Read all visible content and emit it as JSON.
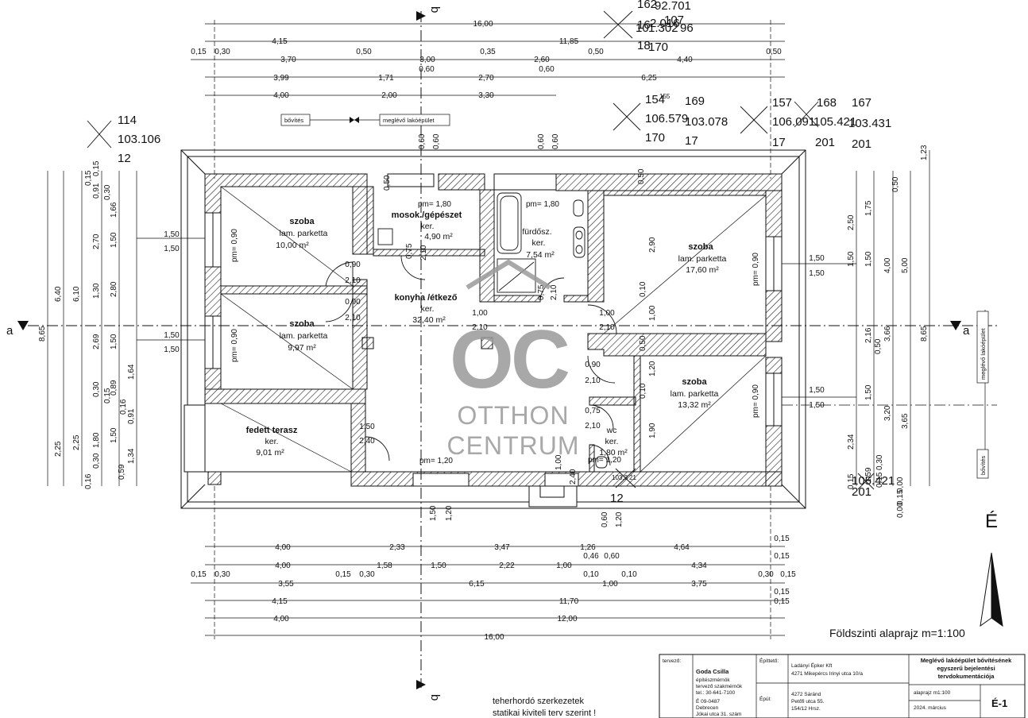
{
  "top_dims": {
    "row1": [
      "16,00"
    ],
    "row2": [
      "4,15",
      "11,85"
    ],
    "row3": [
      "0,15",
      "0,30",
      "3,70",
      "0,50",
      "3,00",
      "0,35",
      "2,60",
      "0,50",
      "4,40",
      "0,50"
    ],
    "row3b": [
      "0,60",
      "0,60"
    ],
    "row4": [
      "3,99",
      "1,71",
      "2,70",
      "6,25"
    ],
    "row5": [
      "4,00",
      "2,00",
      "3,30"
    ]
  },
  "bottom_dims": {
    "row1": [
      "4,00",
      "2,33",
      "3,47",
      "1,26",
      "4,64",
      "0,15"
    ],
    "row2": [
      "4,00",
      "1,58",
      "1,50",
      "2,22",
      "1,00",
      "0,46",
      "0,60",
      "4,34",
      "0,15"
    ],
    "row3": [
      "0,15",
      "0,30",
      "0,15",
      "0,30",
      "0,10",
      "0,10",
      "0,30",
      "0,15"
    ],
    "row4": [
      "3,55",
      "6,15",
      "1,00",
      "3,75",
      "0,15"
    ],
    "row5": [
      "4,15",
      "11,70",
      "0,15"
    ],
    "row6": [
      "4,00",
      "12,00"
    ],
    "row7": [
      "16,00"
    ]
  },
  "left_dims": {
    "outer": [
      "8,65"
    ],
    "c2": [
      "6,40",
      "2,25"
    ],
    "c3": [
      "6,10",
      "2,25"
    ],
    "c4": [
      "0,15",
      "0,15",
      "0,91",
      "0,30",
      "2,70",
      "1,30",
      "2,69",
      "0,30",
      "0,15",
      "1,80",
      "0,30",
      "0,16"
    ],
    "c5": [
      "1,66",
      "1,50",
      "2,80",
      "1,50",
      "1,64",
      "0,89",
      "0,16",
      "0,91",
      "1,50",
      "1,34",
      "0,59"
    ],
    "window_labels": [
      "1,50",
      "1,50",
      "1,50",
      "1,50"
    ]
  },
  "right_dims": {
    "outer": [
      "8,65"
    ],
    "c1": [
      "1,23"
    ],
    "c2": [
      "5,00",
      "3,65"
    ],
    "c3": [
      "4,00",
      "3,66",
      "3,20"
    ],
    "c4": [
      "2,50",
      "1,50",
      "2,16",
      "1,50",
      "2,34",
      "0,15"
    ],
    "c5": [
      "1,75",
      "0,50",
      "1,50",
      "0,50",
      "1,59",
      "0,30",
      "0,15"
    ],
    "c6": [
      "0,00",
      "0,15",
      "0,00"
    ],
    "window_labels": [
      "1,50",
      "1,50",
      "1,50",
      "1,50"
    ]
  },
  "interior_dims": {
    "vertical": [
      "0,60",
      "0,60",
      "0,60",
      "0,60",
      "0,50",
      "0,50",
      "0,75",
      "2,10",
      "0,75",
      "2,10",
      "2,90",
      "1,00",
      "0,10",
      "0,50",
      "1,20",
      "1,90",
      "0,10",
      "1,50",
      "1,20",
      "0,60",
      "1,20",
      "1,00",
      "2,40"
    ],
    "doors": [
      "0,90",
      "2,10",
      "0,90",
      "2,10",
      "1,00",
      "2,10",
      "1,00",
      "2,10",
      "0,90",
      "2,10",
      "0,75",
      "2,10",
      "1,50",
      "2,40"
    ],
    "window_sill": [
      "pm= 1,80",
      "pm= 1,80",
      "pm= 1,20",
      "pm= 1,20"
    ],
    "rotated_pm": [
      "pm= 0,90",
      "pm= 0,90",
      "pm= 0,90",
      "pm= 0,90"
    ]
  },
  "rooms": [
    {
      "name": "szoba",
      "floor": "lam. parketta",
      "area": "10,00 m²"
    },
    {
      "name": "szoba",
      "floor": "lam. parketta",
      "area": "9,97 m²"
    },
    {
      "name": "mosok./gépészet",
      "floor": "ker.",
      "area": "4,90 m²"
    },
    {
      "name": "fürdősz.",
      "floor": "ker.",
      "area": "7,54 m²"
    },
    {
      "name": "konyha /étkező",
      "floor": "ker.",
      "area": "32,40 m²"
    },
    {
      "name": "szoba",
      "floor": "lam. parketta",
      "area": "17,60 m²"
    },
    {
      "name": "szoba",
      "floor": "lam. parketta",
      "area": "13,32 m²"
    },
    {
      "name": "fedett terasz",
      "floor": "ker.",
      "area": "9,01 m²"
    },
    {
      "name": "wc",
      "floor": "ker.",
      "area": "1,80 m²"
    }
  ],
  "labels": {
    "bovites": "bővítés",
    "meglevo": "meglévő lakóépület",
    "right_vert_meglevo": "meglévő lakóépület",
    "right_vert_bovites": "bővítés",
    "section_a": "a",
    "section_b": "b",
    "north": "É",
    "scale_title": "Földszinti alaprajz m=1:100",
    "structural_note_1": "teherhordó szerkezetek",
    "structural_note_2": "statikai kiviteli terv szerint !"
  },
  "overlay_numbers": {
    "top_cluster": [
      "162",
      "92.701",
      "16",
      "2.016",
      "107",
      "10",
      "1.302",
      "96",
      "18",
      "170"
    ],
    "left_cluster": [
      "114",
      "103.106",
      "12"
    ],
    "mid_cluster_a": [
      "154",
      "155",
      "169",
      "106.579",
      "103.078",
      "170",
      "17"
    ],
    "mid_cluster_b": [
      "157",
      "106.091",
      "17",
      "168",
      "105.421",
      "201",
      "167",
      "103.431",
      "201"
    ],
    "right_cluster": [
      "105.421",
      "201"
    ],
    "bottom_cluster": [
      "103.3",
      "21",
      "12"
    ]
  },
  "watermark": {
    "logo": "OC",
    "line1": "OTTHON",
    "line2": "CENTRUM"
  },
  "title_block": {
    "designer_label": "tervező:",
    "designer_name": "Goda Csilla",
    "designer_role": "építészmérnök",
    "designer_role2": "tervező szakmérnök",
    "designer_tel": "tel.: 30-641-7100",
    "designer_id": "É 09-0487",
    "designer_city": "Debrecen",
    "designer_addr": "Jókai utca 31. szám",
    "client_label": "Építtető:",
    "client_name": "Ladányi Épker Kft",
    "client_addr": "4271 Mikepércs Irinyi utca 10/a",
    "site_label": "Épül:",
    "site_line1": "4272 Sáránd",
    "site_line2": "Petőfi utca 55.",
    "site_line3": "154/12 Hrsz.",
    "project_title_1": "Meglévő lakóépület bővítésének",
    "project_title_2": "egyszerű bejelentési",
    "project_title_3": "tervdokumentációja",
    "sheet_name": "alaprajz m1:100",
    "date": "2024. március",
    "sheet_code": "É-1"
  }
}
